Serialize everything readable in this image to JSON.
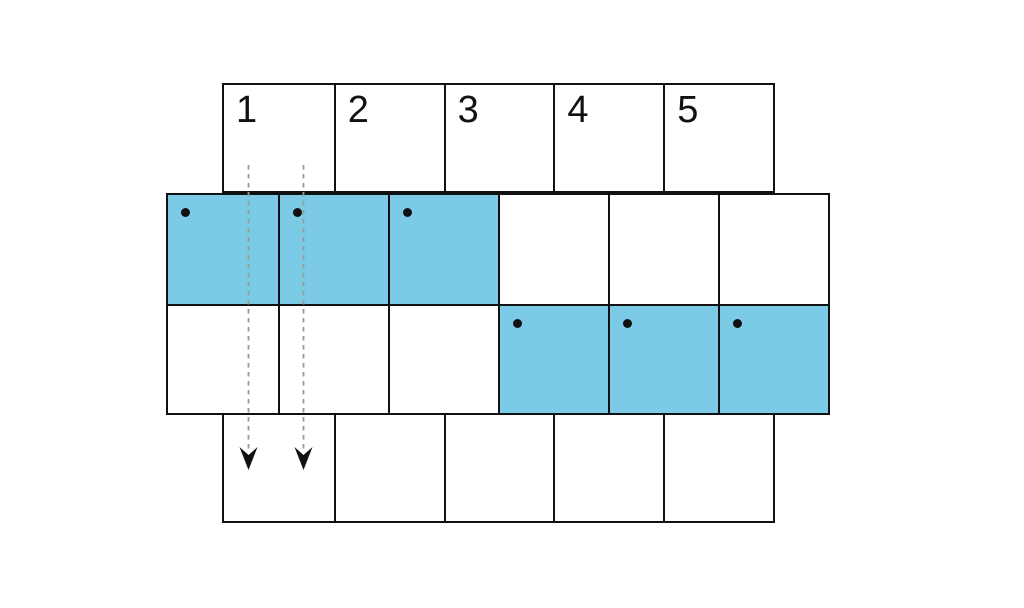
{
  "colors": {
    "background": "#ffffff",
    "line": "#111111",
    "highlight": "#7BCBE6",
    "dot": "#111111",
    "dash": "#999999",
    "arrowhead": "#111111"
  },
  "top_row": {
    "labels": [
      "1",
      "2",
      "3",
      "4",
      "5"
    ]
  },
  "middle_grid": {
    "row_a": {
      "cells": [
        {
          "shaded": true,
          "dot": true
        },
        {
          "shaded": true,
          "dot": true
        },
        {
          "shaded": true,
          "dot": true
        },
        {
          "shaded": false,
          "dot": false
        },
        {
          "shaded": false,
          "dot": false
        },
        {
          "shaded": false,
          "dot": false
        }
      ]
    },
    "row_b": {
      "cells": [
        {
          "shaded": false,
          "dot": false
        },
        {
          "shaded": false,
          "dot": false
        },
        {
          "shaded": false,
          "dot": false
        },
        {
          "shaded": true,
          "dot": true
        },
        {
          "shaded": true,
          "dot": true
        },
        {
          "shaded": true,
          "dot": true
        }
      ]
    }
  },
  "bottom_row": {
    "cell_count": 5
  },
  "arrows": {
    "count": 2,
    "style": "dashed",
    "direction": "down"
  }
}
